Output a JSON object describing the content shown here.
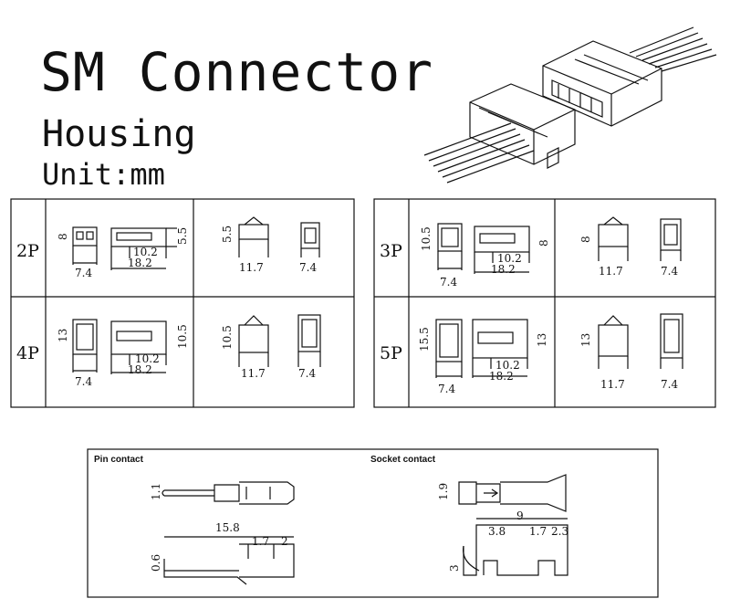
{
  "header": {
    "title": "SM Connector",
    "subtitle": "Housing",
    "unit": "Unit:mm"
  },
  "housing_table": {
    "cells": [
      {
        "label": "2P",
        "front": {
          "height": "8",
          "width": "7.4"
        },
        "side": {
          "inner": "10.2",
          "length": "18.2",
          "height": "5.5"
        },
        "mate_side": {
          "height": "5.5",
          "length": "11.7"
        },
        "mate_front": {
          "width": "7.4"
        }
      },
      {
        "label": "3P",
        "front": {
          "height": "10.5",
          "width": "7.4"
        },
        "side": {
          "inner": "10.2",
          "length": "18.2",
          "height": "8"
        },
        "mate_side": {
          "height": "8",
          "length": "11.7"
        },
        "mate_front": {
          "width": "7.4"
        }
      },
      {
        "label": "4P",
        "front": {
          "height": "13",
          "width": "7.4"
        },
        "side": {
          "inner": "10.2",
          "length": "18.2",
          "height": "10.5"
        },
        "mate_side": {
          "height": "10.5",
          "length": "11.7"
        },
        "mate_front": {
          "width": "7.4"
        }
      },
      {
        "label": "5P",
        "front": {
          "height": "15.5",
          "width": "7.4"
        },
        "side": {
          "inner": "10.2",
          "length": "18.2",
          "height": "13"
        },
        "mate_side": {
          "height": "13",
          "length": "11.7"
        },
        "mate_front": {
          "width": "7.4"
        }
      }
    ]
  },
  "contacts": {
    "pin": {
      "title": "Pin contact",
      "dia": "1.1",
      "length": "15.8",
      "seg_a": "1.7",
      "seg_b": "2",
      "thickness": "0.6"
    },
    "socket": {
      "title": "Socket contact",
      "dia": "1.9",
      "length": "9",
      "seg_a": "3.8",
      "seg_b": "1.7",
      "seg_c": "2.3",
      "height": "3"
    }
  }
}
